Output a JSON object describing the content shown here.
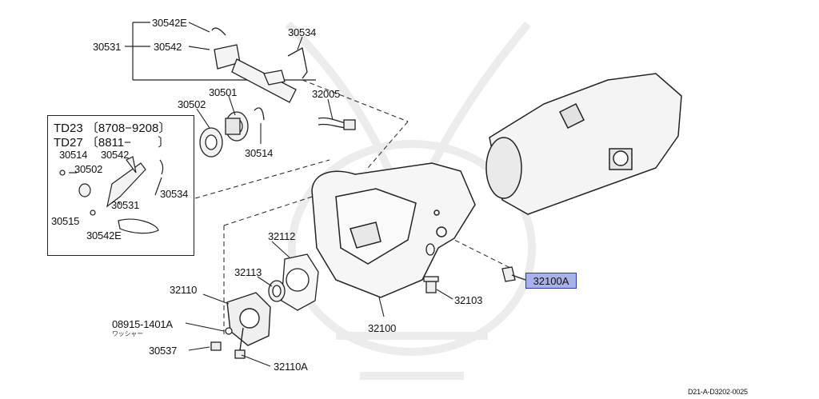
{
  "diagram": {
    "labels": {
      "p30542E_top": "30542E",
      "p30531_top": "30531",
      "p30542_top": "30542",
      "p30534_top": "30534",
      "p30501": "30501",
      "p30502": "30502",
      "p32005": "32005",
      "p30514": "30514",
      "p32112": "32112",
      "p32113": "32113",
      "p32110": "32110",
      "p08915": "08915-1401A",
      "washer": "ワッシャー",
      "p30537": "30537",
      "p32110A": "32110A",
      "p32100": "32100",
      "p32103": "32103",
      "p32100A": "32100A"
    },
    "inset": {
      "line1": "TD23 〔8708−9208〕",
      "line2": "TD27 〔8811−        〕",
      "labels": {
        "i30514": "30514",
        "i30542": "30542",
        "i30502": "30502",
        "i30534": "30534",
        "i30531": "30531",
        "i30515": "30515",
        "i30542E": "30542E"
      }
    },
    "footer_code": "D21-A-D3202-0025",
    "highlight_color": "#a9b2e6"
  }
}
